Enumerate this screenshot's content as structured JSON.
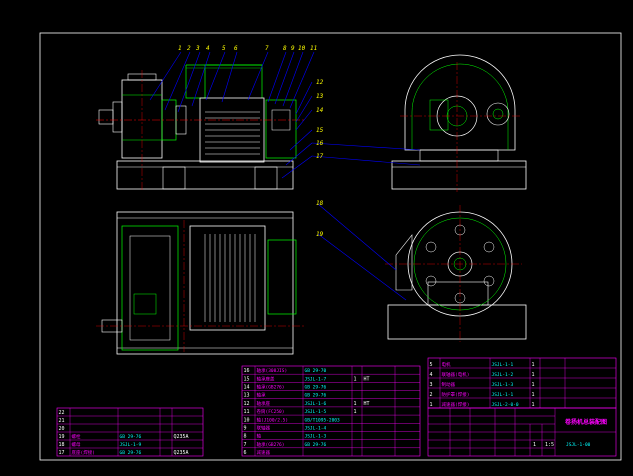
{
  "colors": {
    "background": "#000000",
    "outline": "#ffffff",
    "detail": "#00ff00",
    "leader": "#0000ff",
    "balloon": "#ffff00",
    "centerline": "#ff0000",
    "table": "#ff00ff",
    "text": "#00ffff"
  },
  "balloons_top": [
    "1",
    "2",
    "3",
    "4",
    "5",
    "6",
    "7",
    "8",
    "9",
    "10",
    "11"
  ],
  "balloons_side": [
    "12",
    "13",
    "14",
    "15",
    "16",
    "17"
  ],
  "balloons_lower": [
    "18",
    "19"
  ],
  "parts_mid": {
    "rows": [
      {
        "no": "16",
        "name": "轴承(308JIS)",
        "code": "GB 29-70",
        "qty": "",
        "mat": ""
      },
      {
        "no": "15",
        "name": "轴承座盖",
        "code": "JSJL-1-7",
        "qty": "1",
        "mat": "HT"
      },
      {
        "no": "14",
        "name": "轴承(GB276)",
        "code": "GB 29-76",
        "qty": "",
        "mat": ""
      },
      {
        "no": "13",
        "name": "轴承",
        "code": "GB 29-76",
        "qty": "",
        "mat": ""
      },
      {
        "no": "12",
        "name": "轴承座",
        "code": "JSJL-1-6",
        "qty": "1",
        "mat": "HT"
      },
      {
        "no": "11",
        "name": "卷筒(FC250)",
        "code": "JSJL-1-5",
        "qty": "1",
        "mat": ""
      },
      {
        "no": "10",
        "name": "轴(J100/2.5)",
        "code": "GB/T1095-2003",
        "qty": "",
        "mat": ""
      },
      {
        "no": "9",
        "name": "联轴器",
        "code": "JSJL-1-4",
        "qty": "",
        "mat": ""
      },
      {
        "no": "8",
        "name": "轴",
        "code": "JSJL-1-3",
        "qty": "",
        "mat": ""
      },
      {
        "no": "7",
        "name": "轴承(GB276)",
        "code": "GB 29-76",
        "qty": "",
        "mat": ""
      },
      {
        "no": "6",
        "name": "减速器",
        "code": "",
        "qty": "",
        "mat": ""
      }
    ]
  },
  "parts_left": {
    "rows": [
      {
        "no": "22",
        "name": "",
        "code": "",
        "qty": "",
        "mat": ""
      },
      {
        "no": "21",
        "name": "",
        "code": "",
        "qty": "",
        "mat": ""
      },
      {
        "no": "20",
        "name": "",
        "code": "",
        "qty": "",
        "mat": ""
      },
      {
        "no": "19",
        "name": "螺栓",
        "code": "GB 29-76",
        "qty": "",
        "mat": "Q235A"
      },
      {
        "no": "18",
        "name": "螺母",
        "code": "JSJL-1-9",
        "qty": "",
        "mat": ""
      },
      {
        "no": "17",
        "name": "底座(焊接)",
        "code": "GB 29-76",
        "qty": "",
        "mat": "Q235A"
      }
    ]
  },
  "parts_right": {
    "rows": [
      {
        "no": "5",
        "name": "电机",
        "code": "JSJL-1-1",
        "qty": "1",
        "mat": ""
      },
      {
        "no": "4",
        "name": "联轴器(电机)",
        "code": "JSJL-1-2",
        "qty": "1",
        "mat": ""
      },
      {
        "no": "3",
        "name": "制动器",
        "code": "JSJL-1-3",
        "qty": "1",
        "mat": ""
      },
      {
        "no": "2",
        "name": "防护罩(焊接)",
        "code": "JSJL-1-1",
        "qty": "1",
        "mat": ""
      },
      {
        "no": "1",
        "name": "减速器(焊接)",
        "code": "JSJL-2-0-0",
        "qty": "1",
        "mat": ""
      }
    ]
  },
  "title_block": {
    "drawing_title": "卷扬机总装配图",
    "drawing_no": "JSJL-1-00",
    "scale": "1:5",
    "sheet": "1"
  }
}
